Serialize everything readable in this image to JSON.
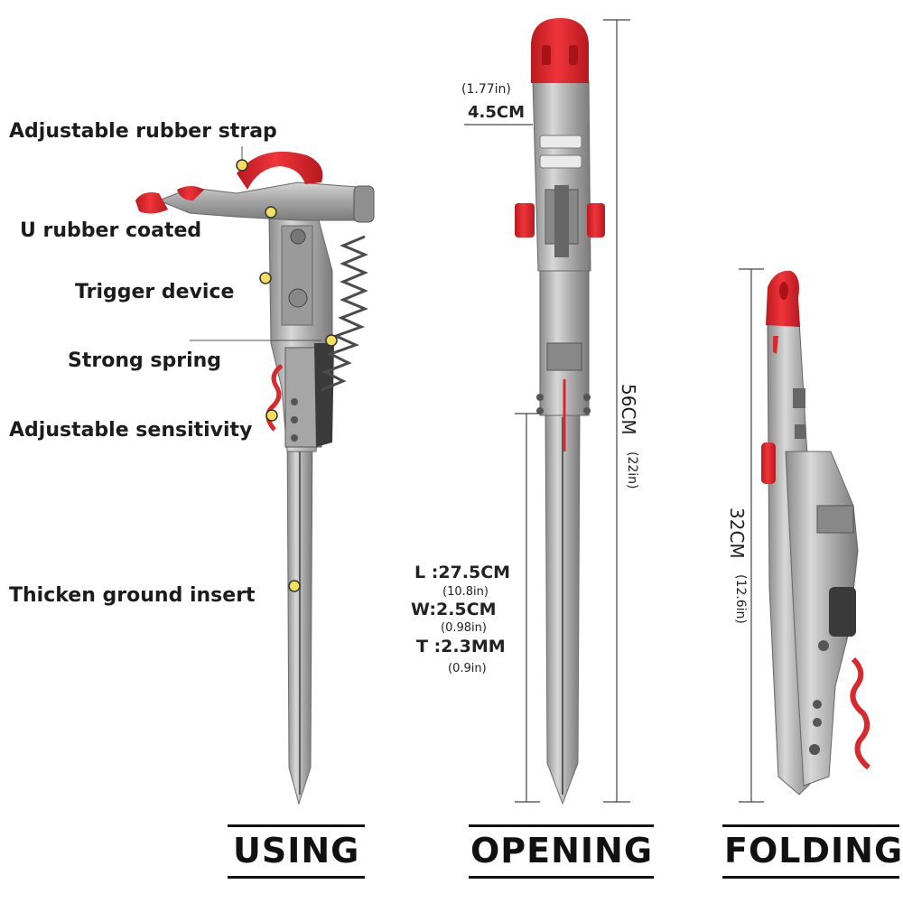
{
  "callouts": {
    "strap": "Adjustable rubber strap",
    "u_rubber": "U rubber coated",
    "trigger": "Trigger device",
    "spring": "Strong spring",
    "sensitivity": "Adjustable sensitivity",
    "insert": "Thicken ground insert"
  },
  "dimensions": {
    "head_diameter_in": "(1.77in)",
    "head_diameter_cm": "4.5CM",
    "total_length_cm": "56CM",
    "total_length_in": "(22in)",
    "insert_length": "L :27.5CM",
    "insert_length_in": "(10.8in)",
    "insert_width": "W:2.5CM",
    "insert_width_in": "(0.98in)",
    "insert_thickness": "T :2.3MM",
    "insert_thickness_in": "(0.9in)",
    "folded_length_cm": "32CM",
    "folded_length_in": "(12.6in)"
  },
  "captions": {
    "using": "USING",
    "opening": "OPENING",
    "folding": "FOLDING"
  },
  "colors": {
    "accent_red": "#e0262b",
    "metal": "#a8a8a8",
    "callout_dot": "#f4df5a"
  }
}
